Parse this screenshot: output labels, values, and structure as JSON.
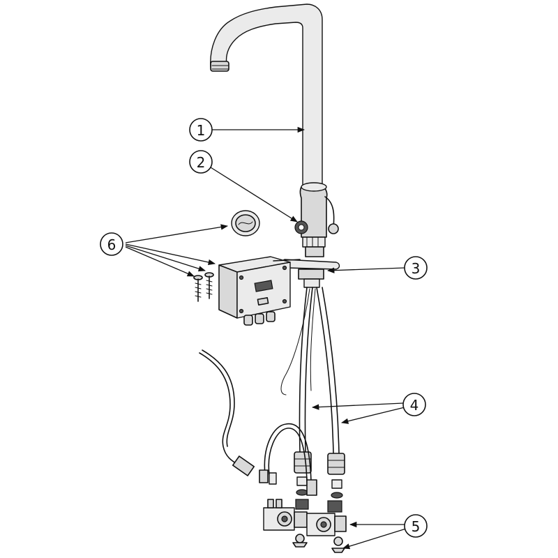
{
  "callouts": [
    {
      "id": "1",
      "label": "1",
      "cx": 0,
      "cy": 0
    },
    {
      "id": "2",
      "label": "2"
    },
    {
      "id": "3",
      "label": "3"
    },
    {
      "id": "4",
      "label": "4"
    },
    {
      "id": "5",
      "label": "5"
    },
    {
      "id": "6",
      "label": "6"
    }
  ],
  "colors": {
    "line": "#111111",
    "part_fill": "#d9d9d9",
    "part_fill_light": "#ebebeb",
    "background": "#ffffff"
  }
}
